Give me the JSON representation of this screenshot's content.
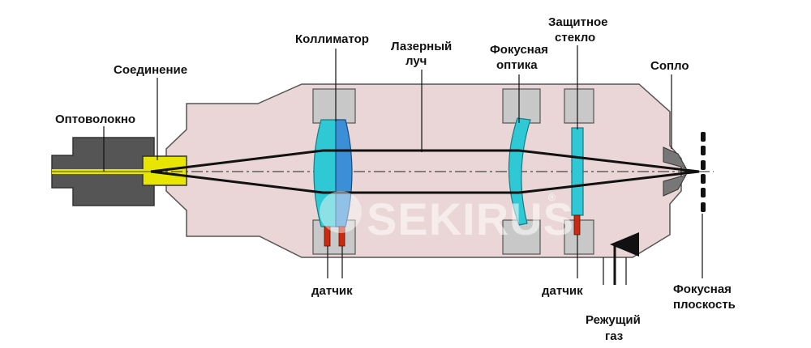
{
  "labels": {
    "fiber": "Оптоволокно",
    "connector": "Соединение",
    "collimator": "Коллиматор",
    "laser_beam": [
      "Лазерный",
      "луч"
    ],
    "focus_optics": [
      "Фокусная",
      "оптика"
    ],
    "protective_glass": [
      "Защитное",
      "стекло"
    ],
    "nozzle": "Сопло",
    "sensor_left": "датчик",
    "sensor_right": "датчик",
    "cutting_gas": [
      "Режущий",
      "газ"
    ],
    "focal_plane": [
      "Фокусная",
      "плоскость"
    ]
  },
  "watermark": {
    "text": "SEKIRUS",
    "mark": "®"
  },
  "colors": {
    "housing": "#ead6d6",
    "fiber_head": "#555555",
    "connector": "#e8e600",
    "lens": "#2ec9d4",
    "lens_blue": "#3a8fd6",
    "mount": "#c8c8c8",
    "sensor": "#cc2a10"
  }
}
